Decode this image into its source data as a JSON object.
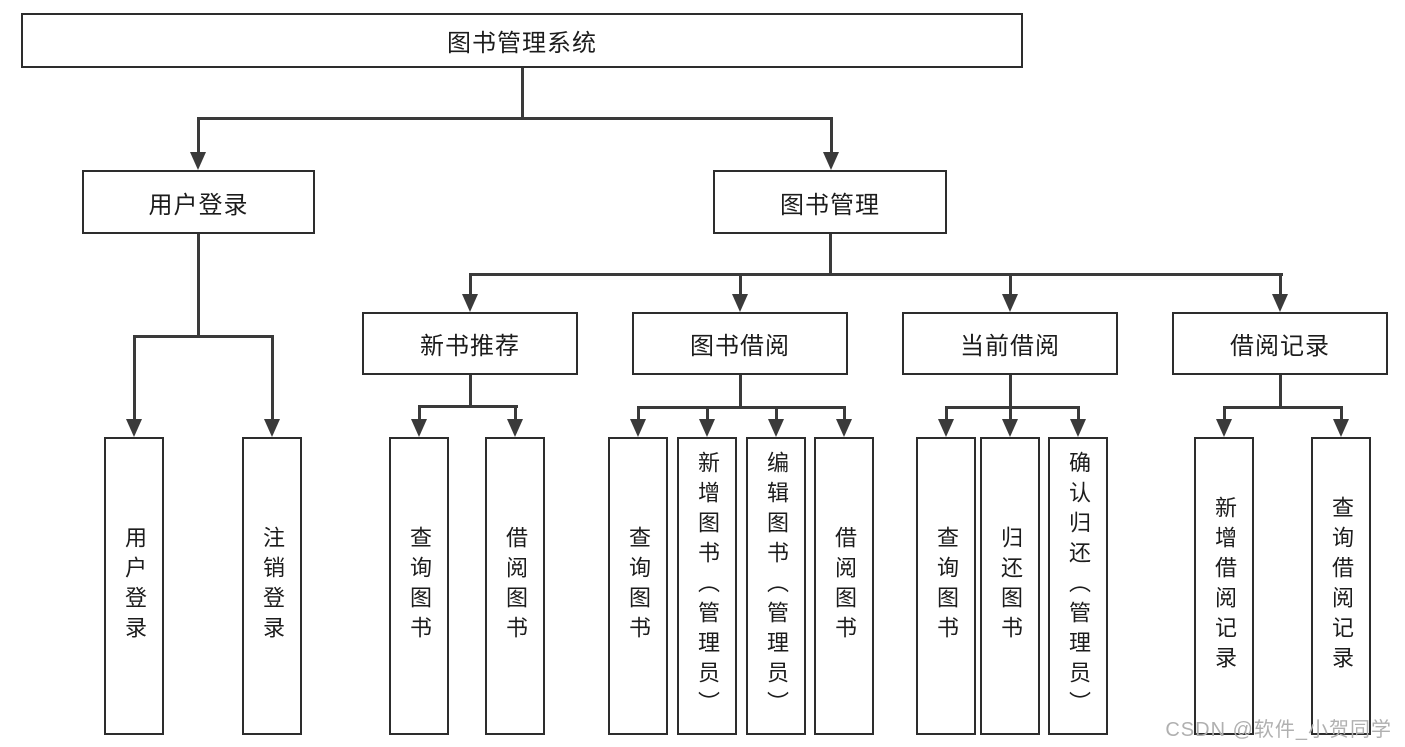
{
  "watermark": "CSDN @软件_小贺同学",
  "colors": {
    "line": "#3a3a3a",
    "border": "#2d2d2d",
    "text": "#1c1c1c",
    "watermark": "#b0b0b0"
  },
  "tree": {
    "root": "图书管理系统",
    "level2": {
      "user_login": "用户登录",
      "book_management": "图书管理"
    },
    "level3": {
      "new_book_recommend": "新书推荐",
      "book_borrowing": "图书借阅",
      "current_borrowing": "当前借阅",
      "borrowing_records": "借阅记录"
    },
    "leaves": {
      "user_login": [
        "用户登录",
        "注销登录"
      ],
      "new_book_recommend": [
        "查询图书",
        "借阅图书"
      ],
      "book_borrowing": [
        "查询图书",
        "新增图书（管理员）",
        "编辑图书（管理员）",
        "借阅图书"
      ],
      "current_borrowing": [
        "查询图书",
        "归还图书",
        "确认归还（管理员）"
      ],
      "borrowing_records": [
        "新增借阅记录",
        "查询借阅记录"
      ]
    }
  }
}
